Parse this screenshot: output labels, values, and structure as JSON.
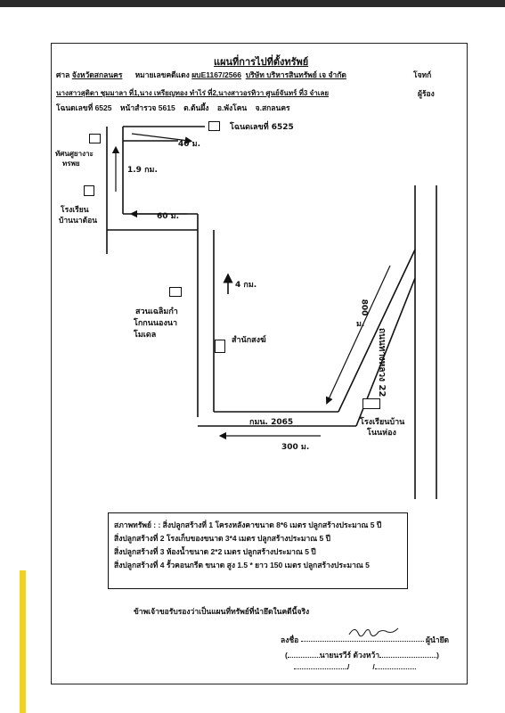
{
  "header": {
    "title": "แผนที่การไปที่ตั้งทรัพย์",
    "court_label": "ศาล",
    "court_value": "จังหวัดสกลนคร",
    "case_label": "หมายเลขคดีแดง",
    "case_value": "ผบE1167/2566",
    "plaintiff": "บริษัท บริหารสินทรัพย์ เจ จำกัด",
    "plaintiff_role": "โจทก์",
    "defendants": "นางสาวสุติดา ชุมมาลา ที่1,นาง เหรียญทอง ทำไร่ ที่2,นางสาวอรทิวา ศูนย์จันทร์ ที่3 จำเลย",
    "defendant_role": "ผู้ร้อง",
    "deed_line": "โฉนดเลขที่ 6525    หน้าสำรวจ 5615    ต.ต้นผึ้ง    อ.พังโคน    จ.สกลนคร"
  },
  "map": {
    "deed_label": "โฉนดเลขที่ 6525",
    "dist_40m": "40 ม.",
    "school_1": "ทัศนศูยางาะ",
    "school_1b": "ทรพย",
    "dist_1_9km": "1.9 กม.",
    "school_2": "โรงเรียน",
    "school_2b": "บ้านนาต้อน",
    "dist_60m": "60 ม.",
    "dist_4km": "4 กม.",
    "place_left_1": "สวนเฉลิมกำ",
    "place_left_2": "โกกนนองนา",
    "place_left_3": "โมเดล",
    "temple": "สำนักสงฆ์",
    "dist_800m_a": "800",
    "dist_800m_b": "ม.",
    "highway": "ถนนทางหลวง 22",
    "road_2065": "กมน. 2065",
    "school_3": "โรงเรียนบ้าน",
    "school_3b": "โนนห่อง",
    "dist_300m": "300 ม."
  },
  "legend": {
    "line1": "สภาพทรัพย์ :  : สิ่งปลูกสร้างที่ 1 โครงหลังคาขนาด 8*6 เมตร ปลูกสร้างประมาณ 5 ปี",
    "line2": "สิ่งปลูกสร้างที่ 2 โรงเก็บของขนาด 3*4 เมตร ปลูกสร้างประมาณ 5 ปี",
    "line3": "สิ่งปลูกสร้างที่ 3 ห้องน้ำขนาด 2*2 เมตร ปลูกสร้างประมาณ 5 ปี",
    "line4": "สิ่งปลูกสร้างที่ 4 รั้วคอนกรีต ขนาด สูง 1.5 * ยาว 150 เมตร ปลูกสร้างประมาณ 5"
  },
  "footer": {
    "certify": "ข้าพเจ้าขอรับรองว่าเป็นแผนที่ทรัพย์ที่นำยึดในคดีนี้จริง",
    "sign_label": "ลงชื่อ",
    "sign_role": "ผู้นำยึด",
    "signer_name": "นายนรวีร์ ด้วงหว้า",
    "date_template": "/           /"
  }
}
